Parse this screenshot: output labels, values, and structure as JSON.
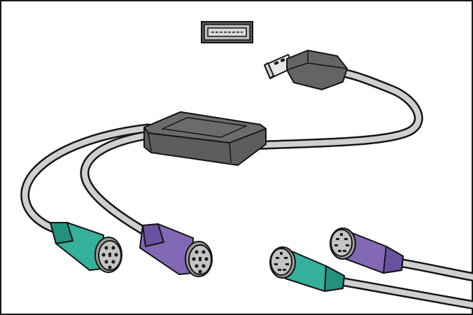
{
  "colors": {
    "background": "#ffffff",
    "frame": "#1a1a1a",
    "outline": "#151515",
    "cable": "#cfcfcf",
    "connector_dark": "#646464",
    "hub_body": "#5d5d5d",
    "hub_top": "#6b6b6b",
    "usb_metal": "#e8e8e8",
    "port_face": "#bdbdbd",
    "ps2_green": "#35b09a",
    "ps2_green_dark": "#23917d",
    "ps2_purple": "#8268b5",
    "ps2_purple_dark": "#6a52a0",
    "ps2_face": "#c4c4c4",
    "ps2_pin": "#1c1c1c"
  },
  "components": [
    {
      "name": "usb-port-icon",
      "kind": "usb-a-port"
    },
    {
      "name": "usb-a-plug-icon",
      "kind": "usb-a-plug"
    },
    {
      "name": "adapter-hub-icon",
      "kind": "adapter-box"
    },
    {
      "name": "ps2-plug-green-icon",
      "kind": "ps2-male",
      "color": "green"
    },
    {
      "name": "ps2-plug-purple-icon",
      "kind": "ps2-male",
      "color": "purple"
    },
    {
      "name": "ps2-socket-green-icon",
      "kind": "ps2-female",
      "color": "green"
    },
    {
      "name": "ps2-socket-purple-icon",
      "kind": "ps2-female",
      "color": "purple"
    }
  ]
}
